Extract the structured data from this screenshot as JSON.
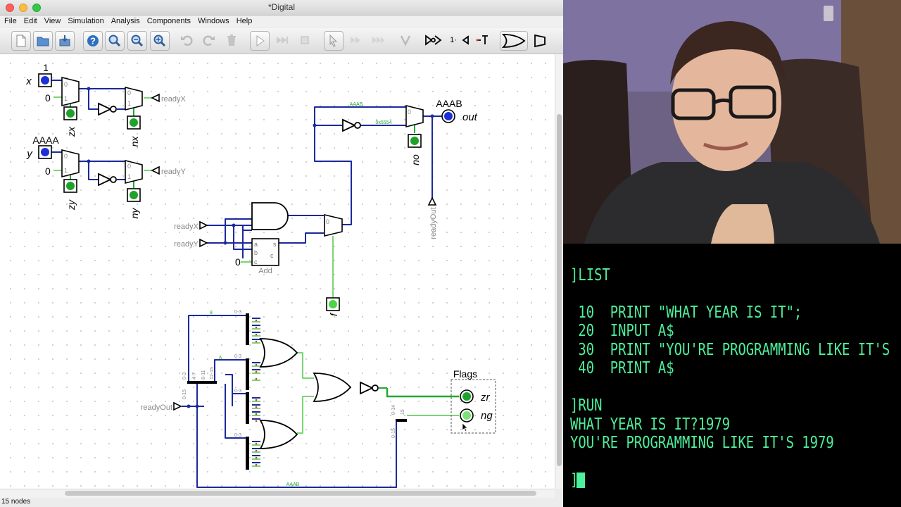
{
  "window": {
    "title": "*Digital"
  },
  "menu": [
    "File",
    "Edit",
    "View",
    "Simulation",
    "Analysis",
    "Components",
    "Windows",
    "Help"
  ],
  "toolbar": {
    "const_one": "1·"
  },
  "circuit": {
    "labels": {
      "x": "x",
      "y": "y",
      "x_val": "1",
      "y_val": "AAAA",
      "zero": "0",
      "zx": "zx",
      "nx": "nx",
      "zy": "zy",
      "ny": "ny",
      "readyX": "readyX",
      "readyY": "readyY",
      "out": "out",
      "out_val": "AAAB",
      "no": "no",
      "f": "f",
      "readyOut": "readyOut",
      "add": "Add",
      "add_a": "a",
      "add_b": "b",
      "add_c": "c",
      "add_s": "s",
      "add_co": "c",
      "wire_aaab": "AAAB",
      "wire_5554": "0x5554",
      "wire_8": "8",
      "wire_a": "A",
      "split_03": "0-3",
      "split_47": "4-7",
      "split_811": "8-11",
      "split_1215": "12-15",
      "split_015": "0-15",
      "split_014": "0-14",
      "split_15": "15",
      "flags": "Flags",
      "zr": "zr",
      "ng": "ng",
      "mux_zero": "0",
      "mux_one": "1"
    }
  },
  "status": {
    "text": "15 nodes"
  },
  "terminal": {
    "lines": [
      "]LIST",
      "",
      " 10  PRINT \"WHAT YEAR IS IT\";",
      " 20  INPUT A$",
      " 30  PRINT \"YOU'RE PROGRAMMING LIKE IT'S",
      " 40  PRINT A$",
      "",
      "]RUN",
      "WHAT YEAR IS IT?1979",
      "YOU'RE PROGRAMMING LIKE IT'S 1979",
      "",
      "]"
    ]
  },
  "colors": {
    "wire_blue": "#1c2a9a",
    "wire_green": "#22a832",
    "light_green": "#7ad674",
    "terminal_green": "#4df09b"
  }
}
